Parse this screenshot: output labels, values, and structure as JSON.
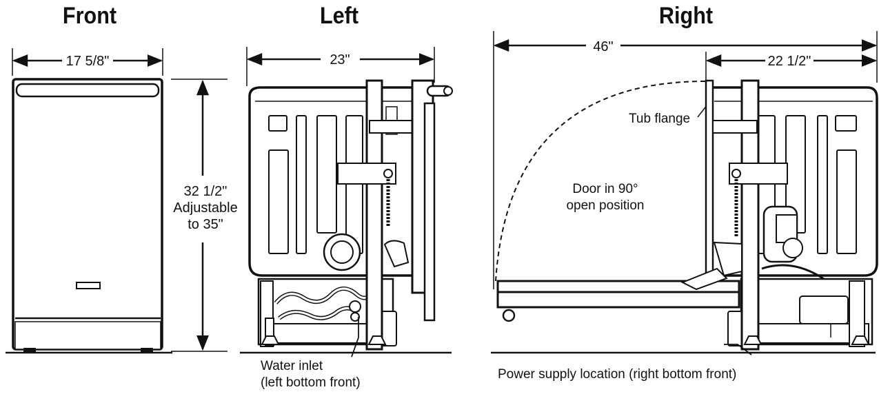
{
  "views": {
    "front": {
      "title": "Front",
      "width": "17 5/8\""
    },
    "left": {
      "title": "Left",
      "depth": "23\""
    },
    "right": {
      "title": "Right",
      "overall": "46\"",
      "depth": "22 1/2\""
    }
  },
  "height": {
    "value": "32 1/2\"",
    "line2": "Adjustable",
    "line3": "to 35\""
  },
  "callouts": {
    "tub_flange": "Tub flange",
    "door_line1": "Door in 90°",
    "door_line2": "open position",
    "water_inlet_1": "Water inlet",
    "water_inlet_2": "(left bottom front)",
    "power_supply": "Power supply location (right bottom front)"
  },
  "colors": {
    "ink": "#111111",
    "background": "#ffffff"
  }
}
